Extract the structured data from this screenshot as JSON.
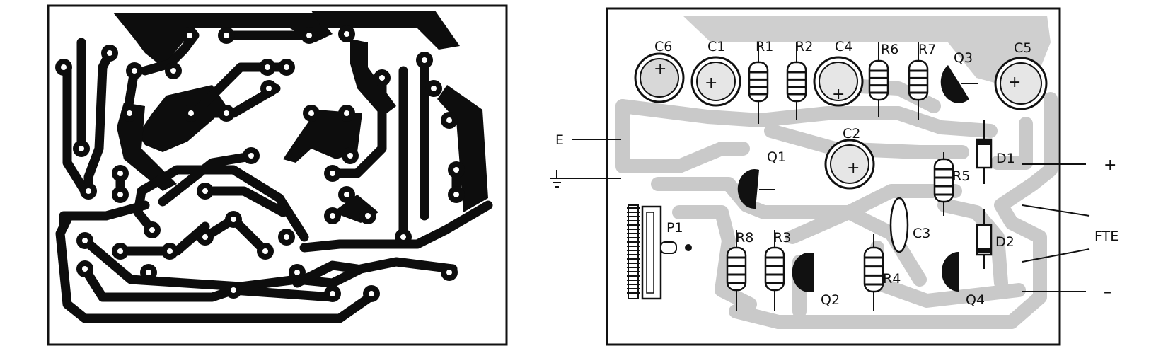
{
  "left_board": {
    "name": "copper-side-view"
  },
  "right_board": {
    "components": {
      "C6": "C6",
      "C1": "C1",
      "R1": "R1",
      "R2": "R2",
      "C4": "C4",
      "R6": "R6",
      "R7": "R7",
      "Q3": "Q3",
      "C5": "C5",
      "C2": "C2",
      "Q1": "Q1",
      "R5": "R5",
      "D1": "D1",
      "P1": "P1",
      "R8": "R8",
      "R3": "R3",
      "C3": "C3",
      "D2": "D2",
      "Q2": "Q2",
      "R4": "R4",
      "Q4": "Q4"
    },
    "connections": {
      "E": "E",
      "ground": "⏚",
      "plus": "+",
      "fte": "FTE",
      "minus": "–"
    },
    "cap_polarity": "+"
  }
}
